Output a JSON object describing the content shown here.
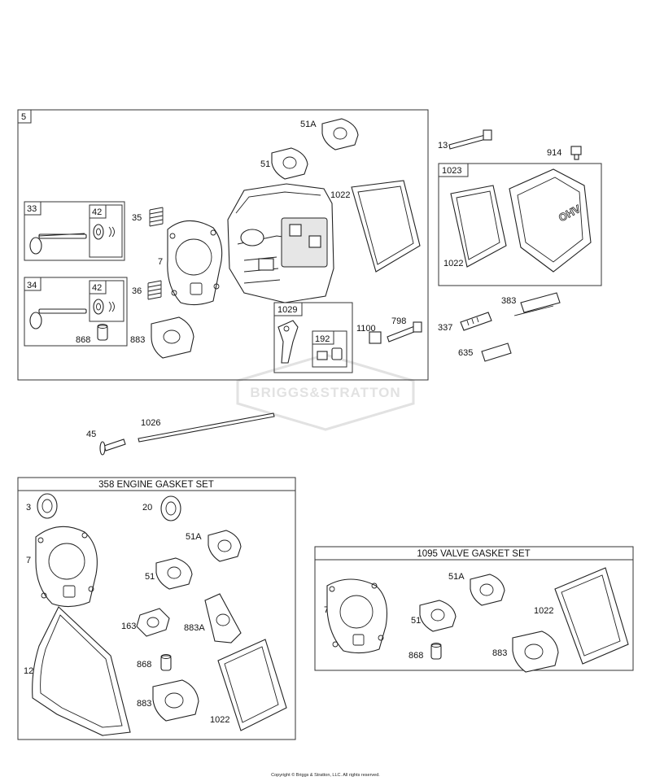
{
  "watermark": "BRIGGS&STRATTON",
  "copyright": "Copyright © Briggs & Stratton, LLC. All rights reserved.",
  "cylinder_head_group": {
    "box_label": "5",
    "intake_valve_box": "33",
    "exhaust_valve_box": "34",
    "retainer_box_a": "42",
    "retainer_box_b": "42",
    "rocker_box": "1029",
    "rocker_nut_box": "192",
    "parts": {
      "p51A": "51A",
      "p51": "51",
      "p1022": "1022",
      "p35": "35",
      "p36": "36",
      "p7": "7",
      "p868": "868",
      "p883": "883",
      "p1100": "1100",
      "p798": "798"
    }
  },
  "valve_cover_group": {
    "box_label": "1023",
    "cover_text": "OHV",
    "parts": {
      "p13": "13",
      "p914": "914",
      "p1022": "1022",
      "p383": "383",
      "p337": "337",
      "p635": "635"
    }
  },
  "pushrod_group": {
    "p45": "45",
    "p1026": "1026"
  },
  "engine_gasket_set": {
    "title": "358 ENGINE GASKET SET",
    "parts": {
      "p3": "3",
      "p20": "20",
      "p51A": "51A",
      "p7": "7",
      "p51": "51",
      "p163": "163",
      "p883A": "883A",
      "p12": "12",
      "p868": "868",
      "p883": "883",
      "p1022": "1022"
    }
  },
  "valve_gasket_set": {
    "title": "1095 VALVE GASKET SET",
    "parts": {
      "p51A": "51A",
      "p7": "7",
      "p1022": "1022",
      "p51": "51",
      "p868": "868",
      "p883": "883"
    }
  }
}
